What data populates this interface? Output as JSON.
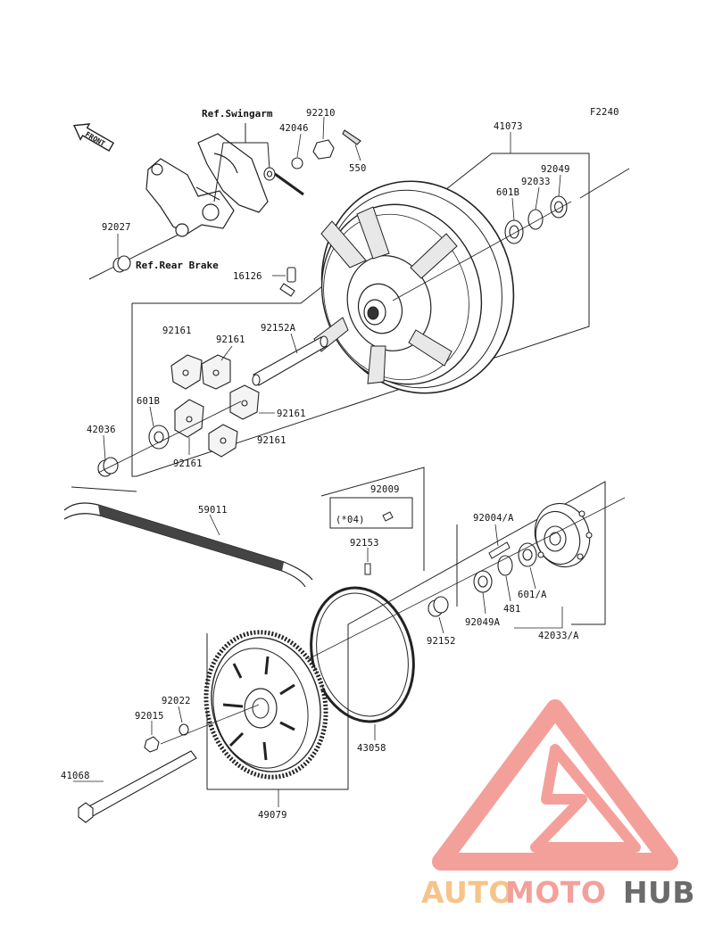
{
  "figure_code": "F2240",
  "front_label": "FRONT",
  "ref_swingarm": "Ref.Swingarm",
  "ref_rear_brake": "Ref.Rear Brake",
  "year_note": "(*04)",
  "parts": {
    "p41073": "41073",
    "p92210": "92210",
    "p42046": "42046",
    "p550": "550",
    "p92049": "92049",
    "p92033": "92033",
    "p601B_top": "601B",
    "p92027": "92027",
    "p16126": "16126",
    "p92161_a": "92161",
    "p92161_b": "92161",
    "p92161_c": "92161",
    "p92161_d": "92161",
    "p92161_e": "92161",
    "p92152A": "92152A",
    "p601B_low": "601B",
    "p42036": "42036",
    "p59011": "59011",
    "p92009": "92009",
    "p92153": "92153",
    "p92004A": "92004/A",
    "p601A": "601/A",
    "p481": "481",
    "p92049A": "92049A",
    "p42033A": "42033/A",
    "p92152": "92152",
    "p92022": "92022",
    "p92015": "92015",
    "p43058": "43058",
    "p41068": "41068",
    "p49079": "49079"
  },
  "watermark": {
    "part1": "AUTO",
    "part2": "MOTO",
    "part3": "HUB",
    "color_primary": "#f3a09b",
    "color_secondary": "#f6c48a",
    "color_dark": "#6b6b6b"
  }
}
